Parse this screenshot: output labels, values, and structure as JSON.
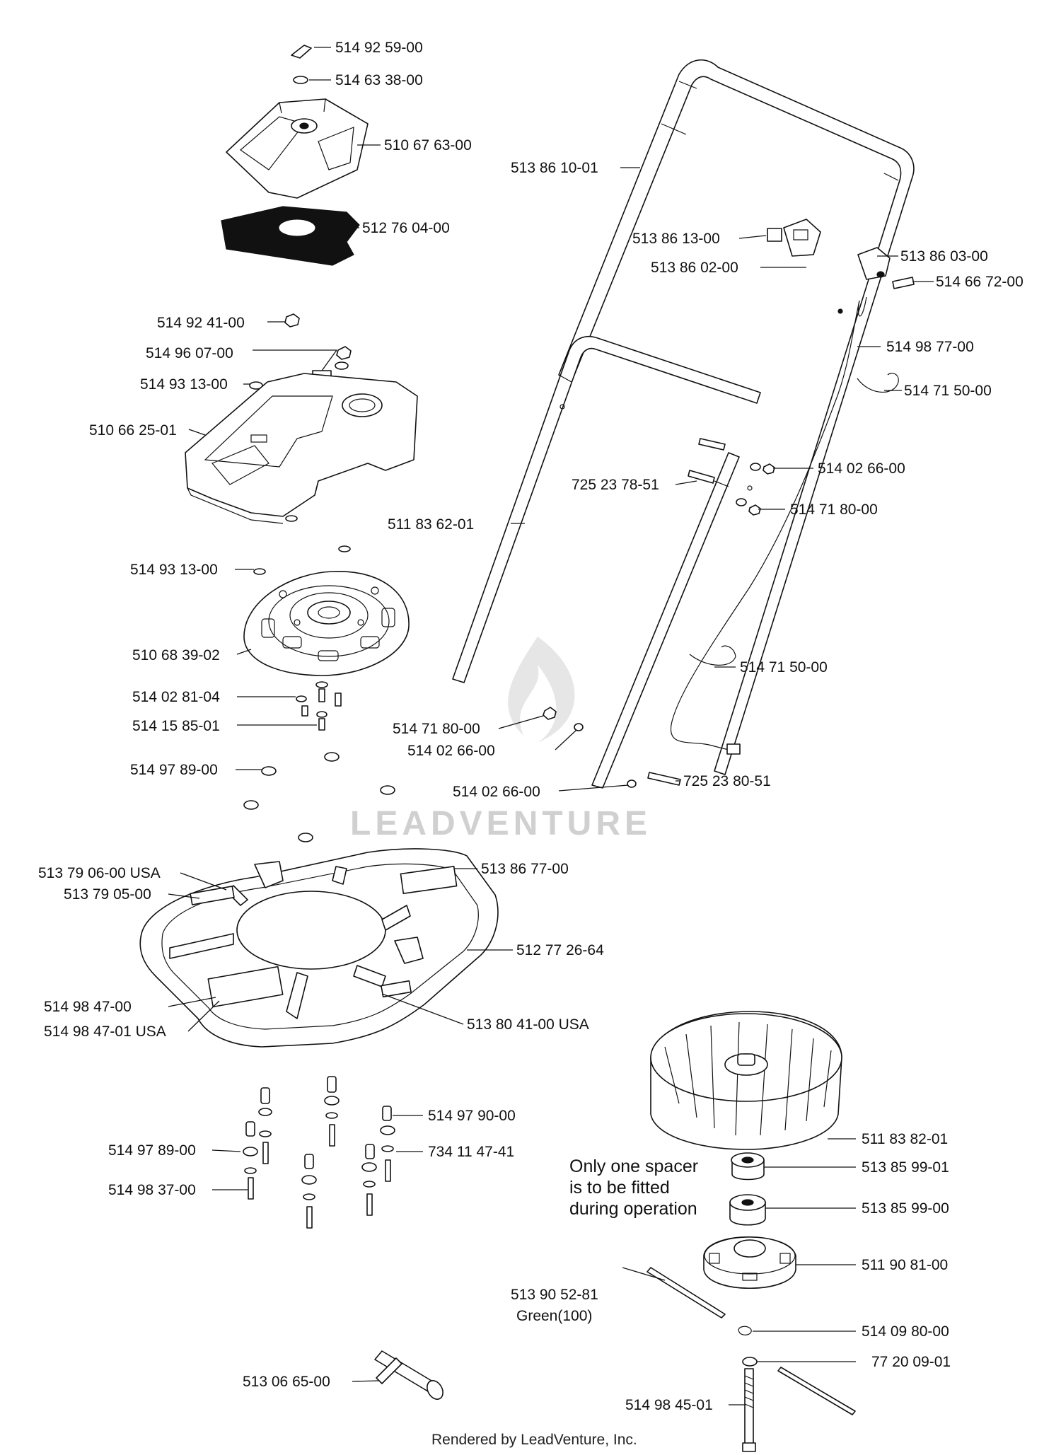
{
  "labels": {
    "p1": "514 92 59-00",
    "p2": "514 63 38-00",
    "p3": "510 67 63-00",
    "p4": "512 76 04-00",
    "p5": "514 92  41-00",
    "p6": "514 96 07-00",
    "p7": "514 93 13-00",
    "p8": "510 66 25-01",
    "p9": "514 93 13-00",
    "p10": "510 68 39-02",
    "p11": "514 02 81-04",
    "p12": "514 15 85-01",
    "p13": "514 97 89-00",
    "p14": "513 79 06-00 USA",
    "p15": "513 79 05-00",
    "p16": "514 98 47-00",
    "p17": "514 98 47-01 USA",
    "p18": "514 97 89-00",
    "p19": "514 98 37-00",
    "p20": "513 06 65-00",
    "p21": "513 86 10-01",
    "p22": "513 86 13-00",
    "p23": "513 86 02-00",
    "p24": "513 86 03-00",
    "p25": "514 66 72-00",
    "p26": "514 98 77-00",
    "p27": "514 71 50-00",
    "p28": "514 02 66-00",
    "p29": "725 23 78-51",
    "p30": "514 71 80-00",
    "p31": "511 83 62-01",
    "p32": "514 71 50-00",
    "p33": "514 71 80-00",
    "p34": "514 02 66-00",
    "p35": "514 02 66-00",
    "p36": "725 23 80-51",
    "p37": "513 86 77-00",
    "p38": "512 77 26-64",
    "p39": "513 80 41-00 USA",
    "p40": "514 97 90-00",
    "p41": "734 11 47-41",
    "p42": "511 83 82-01",
    "p43": "513 85 99-01",
    "p44": "513 85 99-00",
    "p45": "511 90 81-00",
    "p46": "513 90 52-81",
    "p47": "Green(100)",
    "p48": "514 09 80-00",
    "p49": "77 20 09-01",
    "p50": "514 98 45-01"
  },
  "note": {
    "line1": "Only one spacer",
    "line2": "is to be fitted",
    "line3": "during operation"
  },
  "watermark": "LEADVENTURE",
  "footer": "Rendered by LeadVenture, Inc."
}
